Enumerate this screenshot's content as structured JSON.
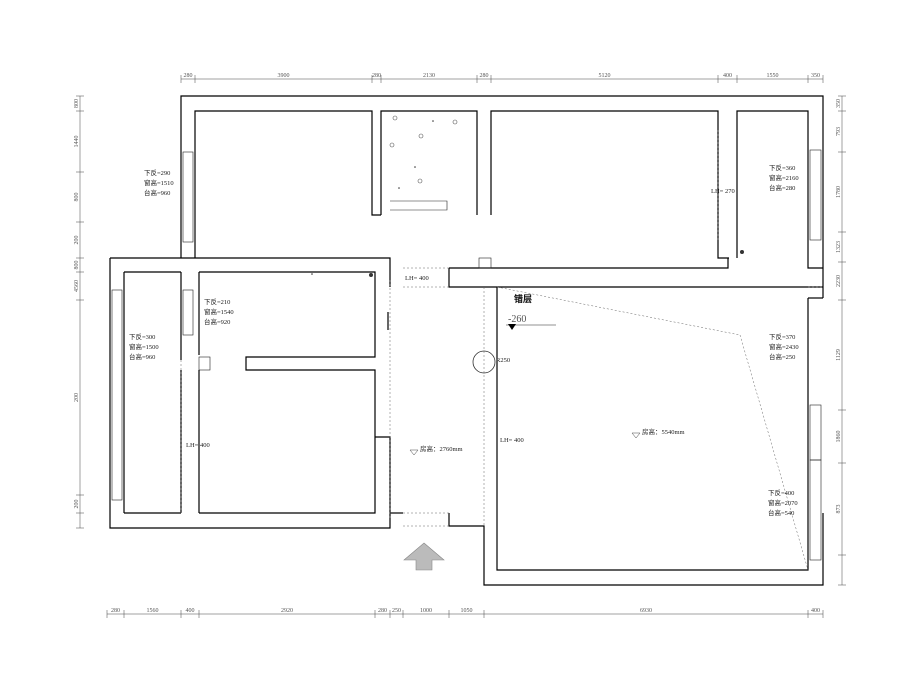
{
  "dims": {
    "top": [
      "280",
      "3900",
      "280",
      "2130",
      "280",
      "5120",
      "400",
      "1550",
      "350"
    ],
    "bottom": [
      "280",
      "1560",
      "400",
      "2920",
      "280",
      "250",
      "1000",
      "1050",
      "6930",
      "400"
    ],
    "right": [
      "350",
      "793",
      "1780",
      "1323",
      "2230",
      "1129",
      "1860",
      "873"
    ],
    "left": [
      "800",
      "1440",
      "800",
      "200",
      "800",
      "4560",
      "200",
      "200"
    ]
  },
  "notes": {
    "w1": [
      "下反=290",
      "窗高=1510",
      "台高=960"
    ],
    "w2": [
      "下反=360",
      "窗高=2160",
      "台高=280"
    ],
    "w3": [
      "下反=210",
      "窗高=1540",
      "台高=920"
    ],
    "w4": [
      "下反=300",
      "窗高=1500",
      "台高=960"
    ],
    "w5": [
      "下反=370",
      "窗高=2430",
      "台高=250"
    ],
    "w6": [
      "下反=400",
      "窗高=2070",
      "台高=540"
    ]
  },
  "labels": {
    "lh270": "LH= 270",
    "lh400a": "LH= 400",
    "lh400b": "LH= 400",
    "lh400c": "LH= 400",
    "mezz": "错层",
    "mezz_level": "-260",
    "r250": "R250",
    "h2760": "房高：2760mm",
    "h5540": "房高：5540mm"
  }
}
